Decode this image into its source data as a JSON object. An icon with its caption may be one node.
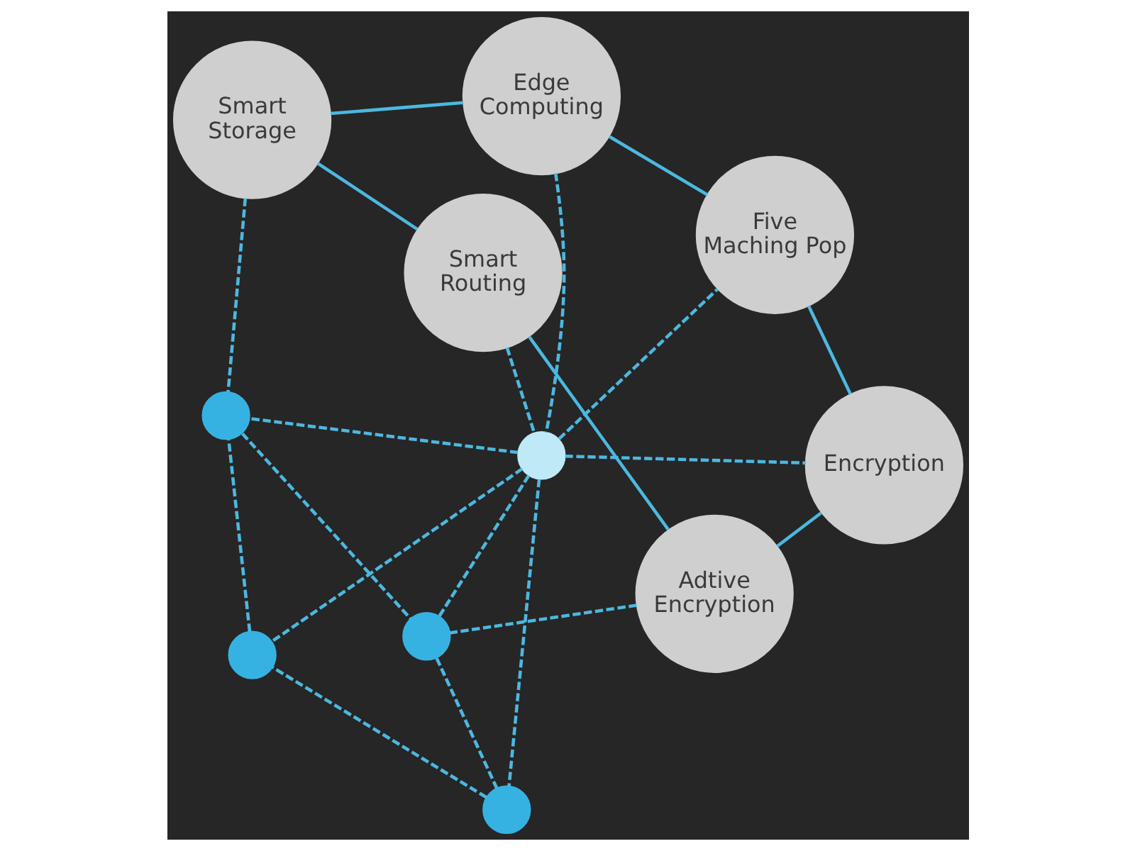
{
  "diagram": {
    "nodes": [
      {
        "text": [
          "Smart Routing"
        ]
      },
      {
        "text": [
          "Smart Storage"
        ]
      },
      {
        "text": [
          "Adtive Encryption"
        ]
      },
      {
        "text": [
          "Edge Computing"
        ]
      },
      {
        "text": [
          "Encryption"
        ]
      },
      {
        "text": [],
        "shape": "circle"
      },
      {
        "text": [],
        "shape": "circle"
      },
      {
        "text": [],
        "shape": "circle"
      },
      {
        "text": [],
        "shape": "circle"
      },
      {
        "text": [],
        "shape": "circle"
      },
      {
        "text": [
          "Five Maching Pop"
        ]
      }
    ],
    "edges": [
      {
        "from": 0,
        "to": 2,
        "arrow": "none"
      },
      {
        "from": 2,
        "to": 4,
        "arrow": "none"
      },
      {
        "from": 4,
        "to": 10,
        "arrow": "none"
      },
      {
        "from": 10,
        "to": 3,
        "arrow": "none"
      },
      {
        "from": 3,
        "to": 1,
        "arrow": "none"
      },
      {
        "from": 1,
        "to": 0,
        "arrow": "none"
      },
      {
        "from": 0,
        "to": 7,
        "arrow": "none",
        "style": "dashed"
      },
      {
        "from": 7,
        "to": 10,
        "arrow": "none",
        "style": "dashed"
      },
      {
        "from": 1,
        "to": 5,
        "arrow": "none",
        "style": "dashed"
      },
      {
        "from": 2,
        "to": 6,
        "arrow": "none",
        "style": "dashed"
      },
      {
        "from": 3,
        "to": 7,
        "arrow": "none",
        "style": "dashed"
      },
      {
        "from": 7,
        "to": 4,
        "arrow": "none",
        "style": "dashed"
      },
      {
        "from": 5,
        "to": 6,
        "arrow": "none",
        "style": "dashed"
      },
      {
        "from": 6,
        "to": 9,
        "arrow": "none",
        "style": "dashed"
      },
      {
        "from": 9,
        "to": 8,
        "arrow": "none",
        "style": "dashed"
      },
      {
        "from": 8,
        "to": 5,
        "arrow": "none",
        "style": "dashed"
      },
      {
        "from": 7,
        "to": 5,
        "arrow": "none",
        "style": "dashed"
      },
      {
        "from": 7,
        "to": 6,
        "arrow": "none",
        "style": "dashed"
      },
      {
        "from": 7,
        "to": 8,
        "arrow": "none",
        "style": "dashed"
      },
      {
        "from": 7,
        "to": 9,
        "arrow": "none",
        "style": "dashed"
      }
    ]
  }
}
